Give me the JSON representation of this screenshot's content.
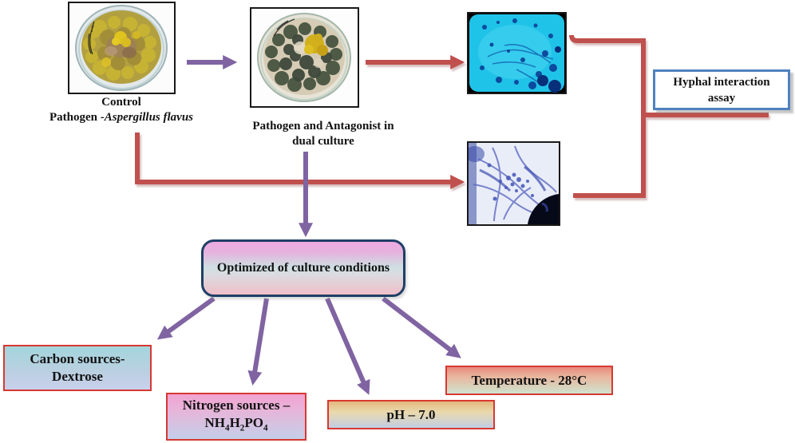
{
  "theme": {
    "red-accent": "#C0504D",
    "purple-accent": "#8064A2",
    "blue-border": "#4F81BD",
    "navy-border": "#1F3F66",
    "box-red-border": "#D73832"
  },
  "captions": {
    "control_line1": "Control",
    "control_line2_prefix": "Pathogen -",
    "control_line2_species": "Aspergillus flavus",
    "dual_line1": "Pathogen  and Antagonist in",
    "dual_line2": "dual culture"
  },
  "labels": {
    "hyphal_line1": "Hyphal interaction",
    "hyphal_line2": "assay",
    "optimized": "Optimized of culture conditions",
    "carbon_line1": "Carbon sources-",
    "carbon_line2": "Dextrose",
    "nitrogen_line1": "Nitrogen sources –",
    "nitrogen_formula": {
      "f1": "NH",
      "s1": "4",
      "f2": "H",
      "s2": "2",
      "f3": "PO",
      "s3": "4"
    },
    "ph": "pH – 7.0",
    "temperature": "Temperature - 28°C"
  }
}
